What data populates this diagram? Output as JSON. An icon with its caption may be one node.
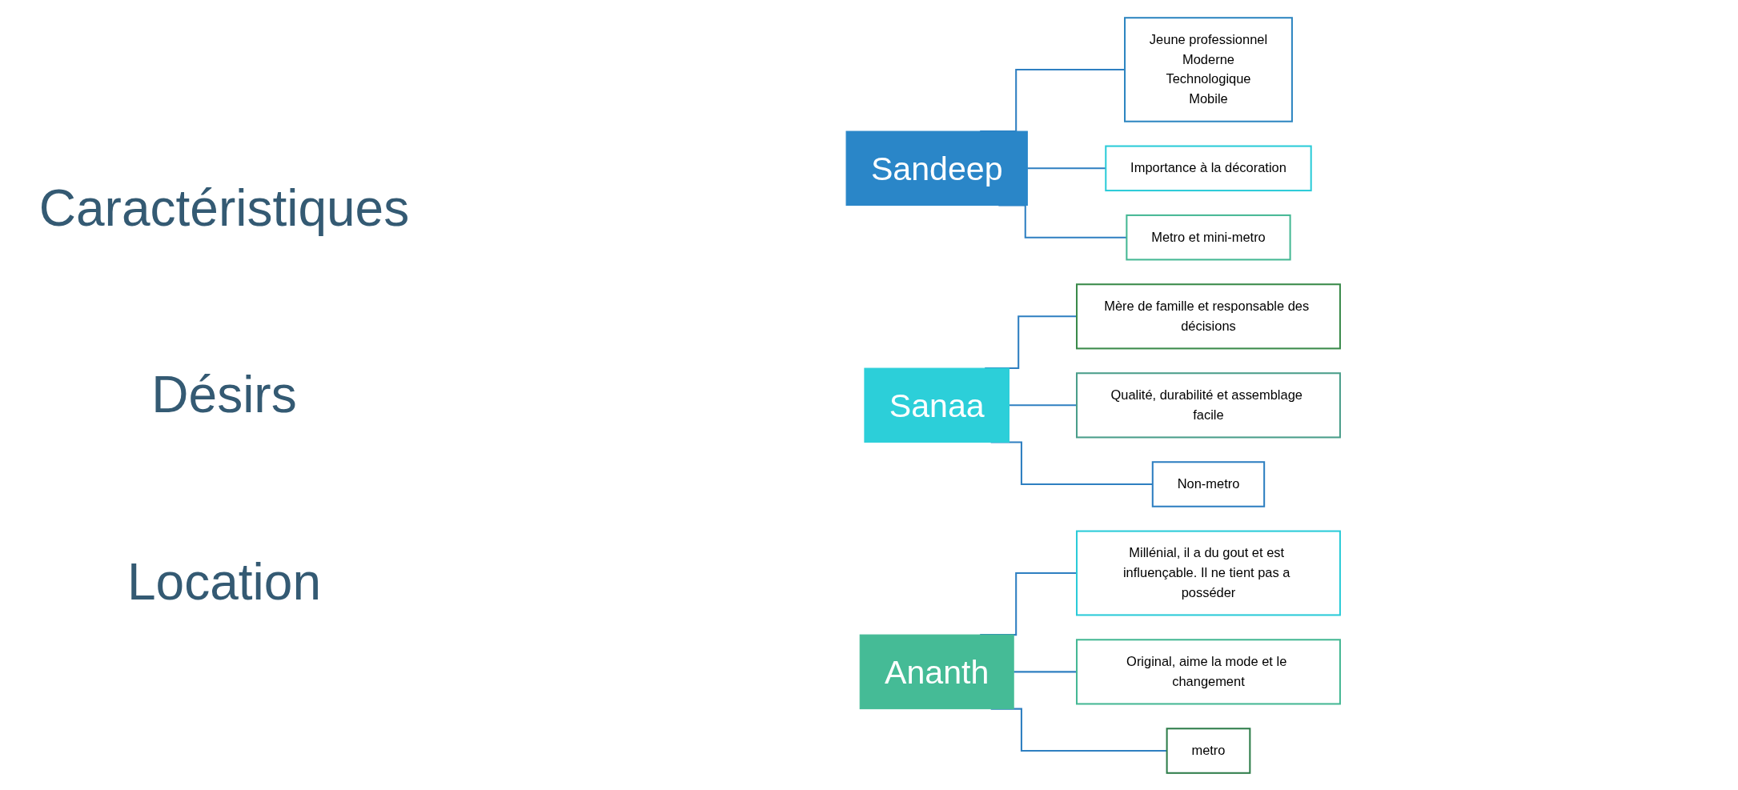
{
  "diagram": {
    "nodes": [
      {
        "text": [
          "Sandeep"
        ]
      },
      {
        "text": [
          "Sanaa"
        ]
      },
      {
        "text": [
          "Ananth"
        ]
      },
      {
        "text": [
          "Jeune professionnel",
          "Moderne",
          "Technologique",
          "Mobile"
        ]
      },
      {
        "text": [
          "Importance à la décoration"
        ]
      },
      {
        "text": [
          "Metro et mini-metro"
        ]
      },
      {
        "text": [
          "Mère de famille et responsable des décisions"
        ]
      },
      {
        "text": [
          "Qualité, durabilité et assemblage facile"
        ]
      },
      {
        "text": [
          "Non-metro"
        ]
      },
      {
        "text": [
          "Millénial, il a du gout et est influençable. Il ne tient pas a posséder"
        ]
      },
      {
        "text": [
          "Original, aime la mode et le changement"
        ]
      },
      {
        "text": [
          "metro"
        ]
      }
    ],
    "edges": [
      {
        "from": 0,
        "to": 3,
        "arrow": "none"
      },
      {
        "from": 0,
        "to": 4,
        "arrow": "none"
      },
      {
        "from": 0,
        "to": 5,
        "arrow": "none"
      },
      {
        "from": 1,
        "to": 6,
        "arrow": "none"
      },
      {
        "from": 1,
        "to": 7,
        "arrow": "none"
      },
      {
        "from": 1,
        "to": 8,
        "arrow": "none"
      },
      {
        "from": 2,
        "to": 9,
        "arrow": "none"
      },
      {
        "from": 2,
        "to": 10,
        "arrow": "none"
      },
      {
        "from": 2,
        "to": 11,
        "arrow": "none"
      }
    ],
    "labels": [
      "Caractéristiques",
      "Désirs",
      "Location"
    ]
  }
}
